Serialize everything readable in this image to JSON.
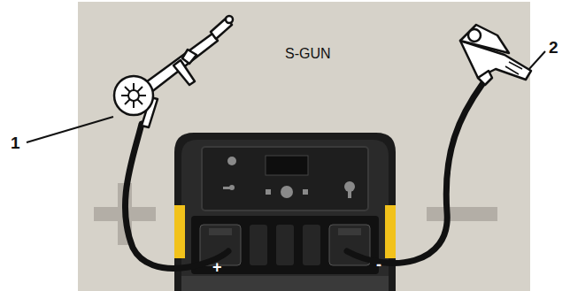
{
  "diagram": {
    "labels": [
      "S-GUN",
      "1",
      "2",
      "+",
      "-"
    ]
  }
}
